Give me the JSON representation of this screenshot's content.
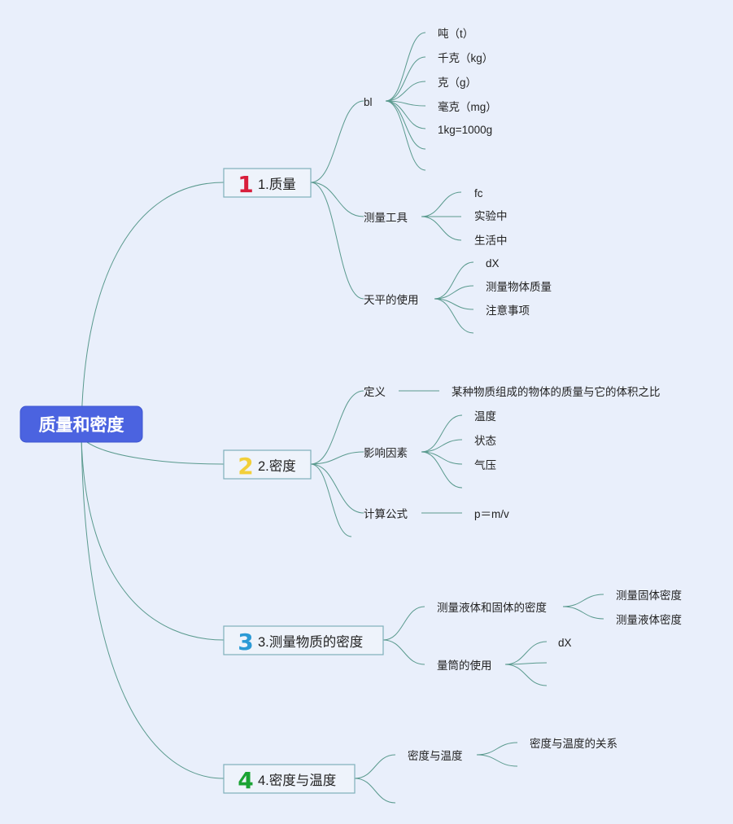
{
  "root": {
    "label": "质量和密度"
  },
  "colors": {
    "background": "#e9effb",
    "root": "#4b63e0",
    "line": "#5a9a8e",
    "num1": "#d81e3c",
    "num2": "#f2cf3a",
    "num3": "#2b9ad6",
    "num4": "#1aa333"
  },
  "branches": [
    {
      "number": "1",
      "label": "1.质量",
      "children": [
        {
          "label": "bl",
          "children": [
            "吨（t）",
            "千克（kg）",
            "克（g）",
            "毫克（mg）",
            "1kg=1000g",
            "",
            ""
          ]
        },
        {
          "label": "测量工具",
          "children": [
            "fc",
            "实验中",
            "生活中"
          ]
        },
        {
          "label": "天平的使用",
          "children": [
            "dX",
            "测量物体质量",
            "注意事项",
            ""
          ]
        }
      ]
    },
    {
      "number": "2",
      "label": "2.密度",
      "children": [
        {
          "label": "定义",
          "children": [
            "某种物质组成的物体的质量与它的体积之比"
          ]
        },
        {
          "label": "影响因素",
          "children": [
            "温度",
            "状态",
            "气压",
            ""
          ]
        },
        {
          "label": "计算公式",
          "children": [
            "p＝m/v"
          ]
        },
        {
          "label": "",
          "children": []
        }
      ]
    },
    {
      "number": "3",
      "label": "3.测量物质的密度",
      "children": [
        {
          "label": "测量液体和固体的密度",
          "children": [
            "测量固体密度",
            "测量液体密度"
          ]
        },
        {
          "label": "量筒的使用",
          "children": [
            "dX",
            "",
            ""
          ]
        }
      ]
    },
    {
      "number": "4",
      "label": "4.密度与温度",
      "children": [
        {
          "label": "密度与温度",
          "children": [
            "密度与温度的关系",
            ""
          ]
        },
        {
          "label": "",
          "children": []
        }
      ]
    }
  ]
}
